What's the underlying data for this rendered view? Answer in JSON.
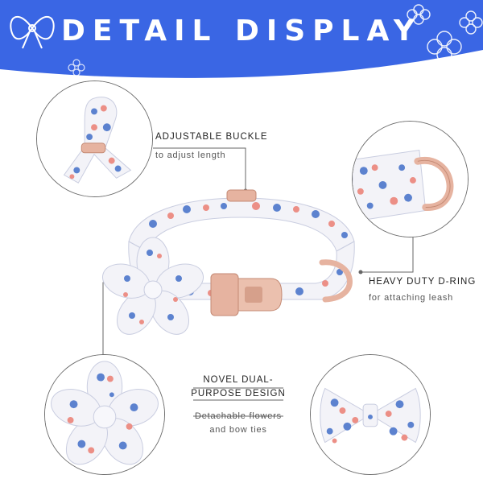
{
  "banner": {
    "title": "DETAIL DISPLAY",
    "background_color": "#3a66e4",
    "decoration_color": "#2f55c9"
  },
  "features": [
    {
      "heading": "ADJUSTABLE BUCKLE",
      "description": "to adjust length"
    },
    {
      "heading": "HEAVY DUTY D-RING",
      "description": "for attaching leash"
    },
    {
      "heading_line1": "NOVEL DUAL-",
      "heading_line2": "PURPOSE DESIGN",
      "description_line1": "Detachable flowers",
      "description_line2": "and bow ties"
    }
  ],
  "colors": {
    "fabric": "#f3f3f8",
    "flower_blue": "#5c82cf",
    "flower_pink": "#ec8f86",
    "hardware_rose_gold": "#e6b3a0",
    "line": "#666666"
  }
}
